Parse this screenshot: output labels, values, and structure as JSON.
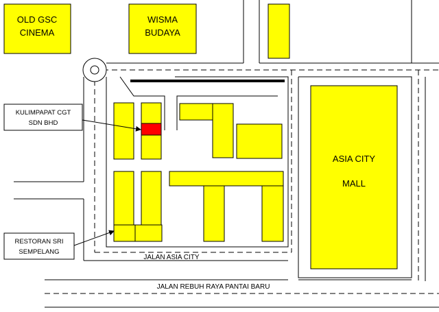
{
  "labels": {
    "old_gsc_line1": "OLD GSC",
    "old_gsc_line2": "CINEMA",
    "wisma_line1": "WISMA",
    "wisma_line2": "BUDAYA",
    "asia_city_line1": "ASIA CITY",
    "asia_city_line2": "MALL",
    "kulimpapat_line1": "KULIMPAPAT CGT",
    "kulimpapat_line2": "SDN BHD",
    "restoran_line1": "RESTORAN SRI",
    "restoran_line2": "SEMPELANG",
    "road_asia_city": "JALAN ASIA CITY",
    "road_rebuh": "JALAN REBUH RAYA PANTAI BARU"
  },
  "colors": {
    "building": "#ffff00",
    "highlight": "#ff0000",
    "line": "#000000"
  }
}
